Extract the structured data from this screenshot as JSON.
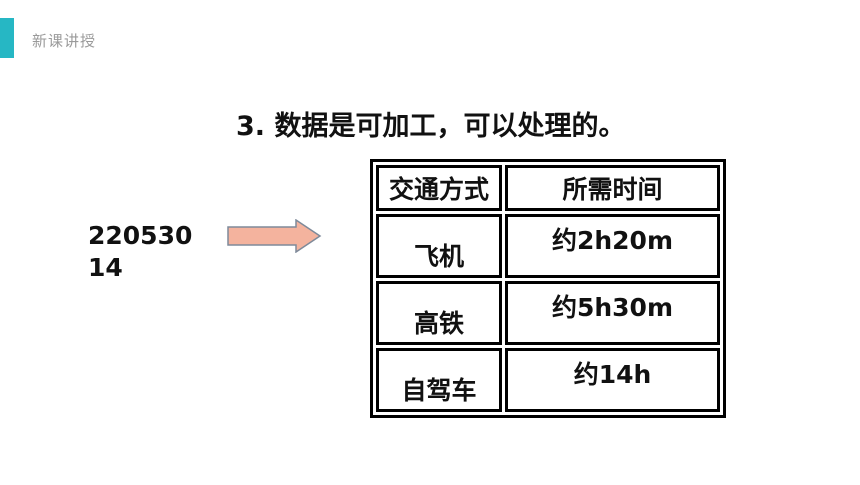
{
  "header": {
    "section_label": "新课讲授",
    "accent_color": "#26b7c4"
  },
  "main": {
    "heading": "3. 数据是可加工，可以处理的。",
    "raw_number": "22053014",
    "arrow_color": "#f4b39e",
    "table": {
      "headers": [
        "交通方式",
        "所需时间"
      ],
      "rows": [
        [
          "飞机",
          "约2h20m"
        ],
        [
          "高铁",
          "约5h30m"
        ],
        [
          "自驾车",
          "约14h"
        ]
      ]
    }
  }
}
